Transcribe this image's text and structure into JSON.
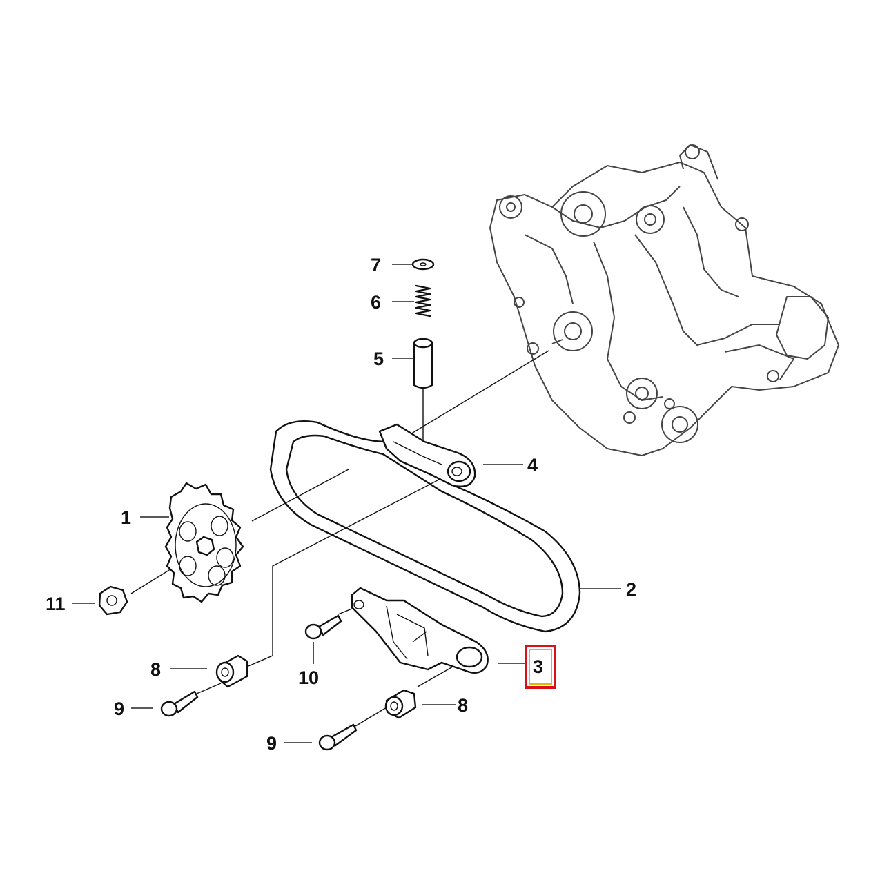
{
  "callouts": [
    {
      "id": "1",
      "label": "1"
    },
    {
      "id": "2",
      "label": "2"
    },
    {
      "id": "3",
      "label": "3"
    },
    {
      "id": "4",
      "label": "4"
    },
    {
      "id": "5",
      "label": "5"
    },
    {
      "id": "6",
      "label": "6"
    },
    {
      "id": "7",
      "label": "7"
    },
    {
      "id": "8a",
      "label": "8"
    },
    {
      "id": "8b",
      "label": "8"
    },
    {
      "id": "9a",
      "label": "9"
    },
    {
      "id": "9b",
      "label": "9"
    },
    {
      "id": "10",
      "label": "10"
    },
    {
      "id": "11",
      "label": "11"
    }
  ],
  "highlight": {
    "callout": "3",
    "outline_color": "#d9101a",
    "inner_color": "#e8b400"
  },
  "colors": {
    "line": "#111111",
    "pump": "#444444",
    "background": "#ffffff"
  }
}
